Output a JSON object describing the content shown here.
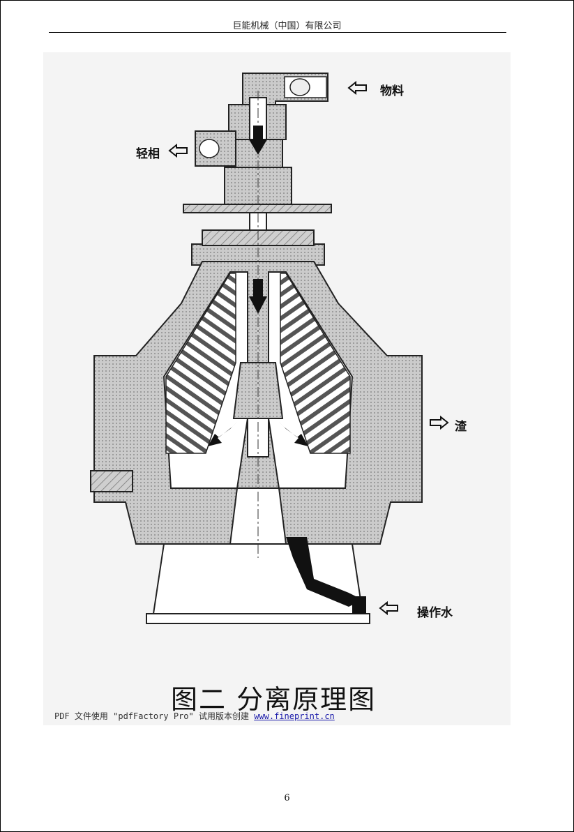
{
  "header": {
    "company": "巨能机械（中国）有限公司"
  },
  "figure": {
    "labels": {
      "feed": "物料",
      "light_phase": "轻相",
      "sludge": "渣",
      "operating_water": "操作水"
    },
    "caption": "图二  分离原理图"
  },
  "watermark": {
    "text": "PDF 文件使用 \"pdfFactory Pro\" 试用版本创建",
    "link": "www.fineprint.cn"
  },
  "footer": {
    "page_number": "6"
  }
}
